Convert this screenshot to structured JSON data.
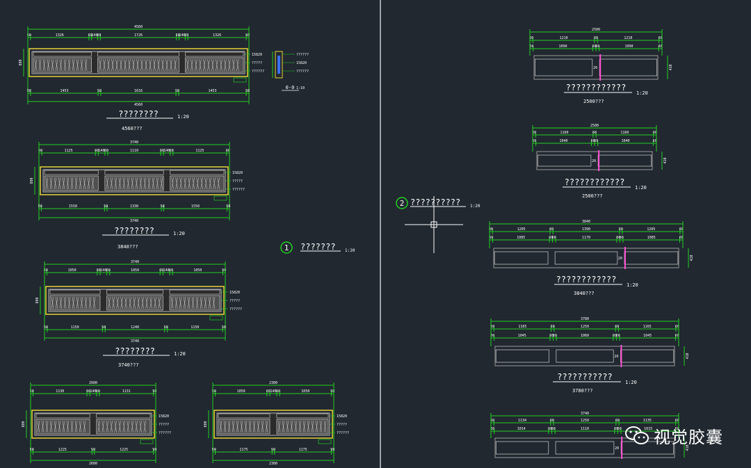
{
  "colors": {
    "background": "#212830",
    "dim": "#22d022",
    "text": "#ffffff",
    "outline": "#e8d23a",
    "panel": "#505050",
    "hatch": "#cfcfcf",
    "accent": "#ff4fd2"
  },
  "watermark": {
    "icon": "wechat-icon",
    "text": "视觉胶囊"
  },
  "callouts": [
    {
      "num": "1",
      "title": "???????",
      "scale": "1:20"
    },
    {
      "num": "2",
      "title": "??????????",
      "scale": "1:20"
    }
  ],
  "left_views": [
    {
      "total": "4560",
      "top": [
        "60",
        "1326",
        "60",
        "140",
        "60",
        "1726",
        "60",
        "140",
        "60",
        "1326",
        "60"
      ],
      "bottom": [
        "58",
        "1453",
        "58",
        "1616",
        "58",
        "1453",
        "58"
      ],
      "title": "????????",
      "sub": "4560???",
      "scale": "1:20",
      "height": "880",
      "notes": [
        "15820",
        "?????",
        "??????"
      ]
    },
    {
      "total": "3740",
      "top": [
        "60",
        "1125",
        "60",
        "140",
        "60",
        "1110",
        "60",
        "140",
        "60",
        "1125",
        "60"
      ],
      "bottom": [
        "58",
        "1550",
        "58",
        "1330",
        "58",
        "1550",
        "58"
      ],
      "title": "????????",
      "sub": "3840???",
      "scale": "1:20",
      "height": "880",
      "notes": [
        "15820",
        "?????",
        "??????"
      ]
    },
    {
      "total": "3740",
      "top": [
        "50",
        "1050",
        "60",
        "140",
        "60",
        "1050",
        "60",
        "140",
        "60",
        "1050",
        "50"
      ],
      "bottom": [
        "58",
        "1150",
        "58",
        "1240",
        "58",
        "1150",
        "58"
      ],
      "title": "????????",
      "sub": "3740???",
      "scale": "1:20",
      "height": "880",
      "notes": [
        "15820",
        "?????",
        "??????"
      ]
    },
    {
      "total": "2600",
      "top": [
        "50",
        "1130",
        "60",
        "140",
        "60",
        "1131",
        "50"
      ],
      "bottom": [
        "50",
        "1225",
        "50",
        "1225",
        "50"
      ],
      "title": "",
      "sub": "",
      "scale": "",
      "height": "880",
      "notes": [
        "15820",
        "?????",
        "??????"
      ]
    },
    {
      "total": "2300",
      "top": [
        "50",
        "1050",
        "60",
        "140",
        "60",
        "1050",
        "50"
      ],
      "bottom": [
        "50",
        "1175",
        "50",
        "1175",
        "50"
      ],
      "title": "",
      "sub": "",
      "scale": "",
      "height": "880",
      "notes": [
        "15820",
        "?????",
        "??????"
      ]
    }
  ],
  "section_view": {
    "label": "0-0",
    "scale": "1:10",
    "notes": [
      "??????",
      "15820",
      "??????"
    ]
  },
  "right_views": [
    {
      "total": "2500",
      "top": [
        "60",
        "1210",
        "60",
        "1210",
        "60"
      ],
      "mid": [
        "60",
        "1090",
        "60",
        "60",
        "1090",
        "60"
      ],
      "title": "????????????",
      "sub": "2500???",
      "scale": "1:20",
      "mark": "20",
      "height": "410"
    },
    {
      "total": "2500",
      "top": [
        "60",
        "1160",
        "60",
        "1160",
        "60"
      ],
      "mid": [
        "60",
        "1040",
        "60",
        "60",
        "1040",
        "60"
      ],
      "title": "????????????",
      "sub": "2500???",
      "scale": "1:20",
      "mark": "20",
      "height": "410"
    },
    {
      "total": "3840",
      "top": [
        "60",
        "1205",
        "60",
        "1390",
        "60",
        "1205",
        "60"
      ],
      "mid": [
        "60",
        "1085",
        "60",
        "60",
        "1170",
        "60",
        "60",
        "1085",
        "60"
      ],
      "title": "????????????",
      "sub": "3840???",
      "scale": "1:20",
      "mark": "20",
      "height": "410"
    },
    {
      "total": "3780",
      "top": [
        "60",
        "1165",
        "60",
        "1250",
        "60",
        "1165",
        "60"
      ],
      "mid": [
        "60",
        "1045",
        "60",
        "60",
        "1060",
        "60",
        "60",
        "1045",
        "60"
      ],
      "title": "???????????",
      "sub": "3780???",
      "scale": "1:20",
      "mark": "20",
      "height": "410"
    },
    {
      "total": "3740",
      "top": [
        "60",
        "1134",
        "60",
        "1250",
        "60",
        "1135",
        "60"
      ],
      "mid": [
        "60",
        "1014",
        "60",
        "60",
        "1110",
        "60",
        "60",
        "1015",
        "60"
      ],
      "title": "",
      "sub": "",
      "scale": "",
      "mark": "20",
      "height": "410"
    }
  ]
}
